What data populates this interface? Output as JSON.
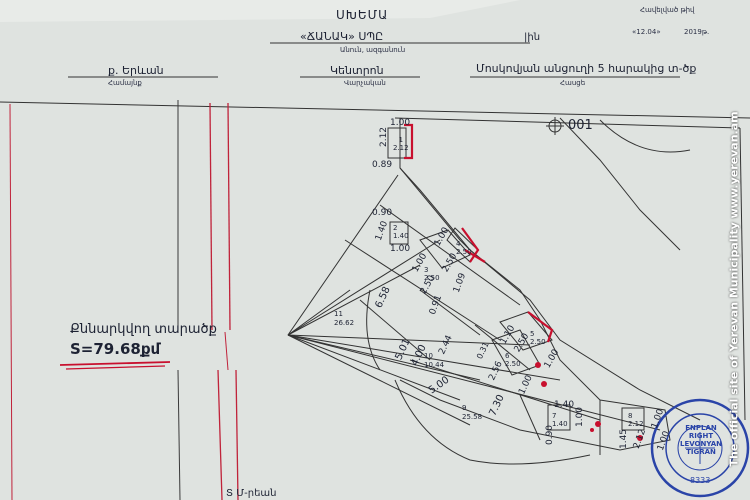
{
  "header": {
    "title": "ՍԽԵՄԱ",
    "company": "«ՃԱՆԱԿ» ՍՊԸ",
    "company_suffix": "|ին",
    "company_caption": "Անուն, ազգանուն",
    "doc_no": "Հավելված թիվ",
    "doc_date": "«12.04»",
    "doc_year": "2019թ.",
    "city": "ք. Երևան",
    "city_caption": "Համայնք",
    "district": "Կենտրոն",
    "district_caption": "Վարչական",
    "address": "Մոսկովյան անցուղի 5 հարակից տ-ծք",
    "address_caption": "Հասցե"
  },
  "plan": {
    "reference_mark": "001",
    "area_label_line1": "Քննարկվող տարածք",
    "area_label_line2": "S=79.68քմ",
    "plots": [
      {
        "id": "1",
        "area": "2.12"
      },
      {
        "id": "2",
        "area": "1.40"
      },
      {
        "id": "3",
        "area": "2.50"
      },
      {
        "id": "4",
        "area": "2.50"
      },
      {
        "id": "5",
        "area": "2.50"
      },
      {
        "id": "6",
        "area": "2.50"
      },
      {
        "id": "7",
        "area": "1.40"
      },
      {
        "id": "8",
        "area": "2.12"
      },
      {
        "id": "9",
        "area": "25.58"
      },
      {
        "id": "10",
        "area": "10.44"
      },
      {
        "id": "11",
        "area": "26.62"
      }
    ],
    "dimensions": [
      "2.12",
      "1.00",
      "0.89",
      "0.90",
      "1.40",
      "1.00",
      "1.00",
      "2.50",
      "1.00",
      "2.50",
      "1.09",
      "6.58",
      "0.91",
      "1.10",
      "2.50",
      "1.00",
      "5.01",
      "4.00",
      "2.44",
      "0.31",
      "2.56",
      "1.00",
      "5.00",
      "7.30",
      "1.40",
      "1.00",
      "0.90",
      "1.45",
      "2.12",
      "1.00",
      "1.00"
    ],
    "bottom_text": "Տ Մ-րեան"
  },
  "watermark": "The official site of Yerevan Municipality   www.yerevan.am",
  "stamp": {
    "text": "ENPLAN RIGHT LEVONYAN TIGRAN",
    "number": "8333"
  }
}
